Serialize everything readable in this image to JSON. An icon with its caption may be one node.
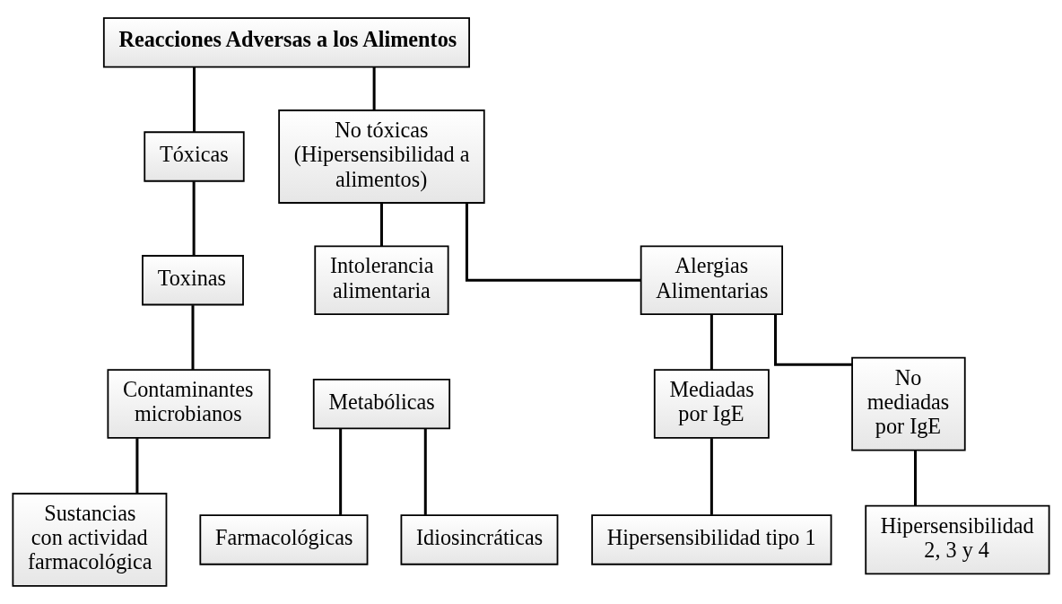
{
  "diagram": {
    "nodes": [
      {
        "text": [
          "Reacciones Adversas a los Alimentos"
        ]
      },
      {
        "text": [
          "Tóxicas"
        ]
      },
      {
        "text": [
          "No tóxicas (Hipersensibilidad a alimentos)"
        ]
      },
      {
        "text": [
          "Toxinas"
        ]
      },
      {
        "text": [
          "Intolerancia alimentaria"
        ]
      },
      {
        "text": [
          "Alergias Alimentarias"
        ]
      },
      {
        "text": [
          "Contaminantes microbianos"
        ]
      },
      {
        "text": [
          "Metabólicas"
        ]
      },
      {
        "text": [
          "Mediadas por IgE"
        ]
      },
      {
        "text": [
          "No mediadas por IgE"
        ]
      },
      {
        "text": [
          "Farmacológicas"
        ]
      },
      {
        "text": [
          "Sustancias con actividad farmacológica"
        ]
      },
      {
        "text": [
          "Hipersensibilidad tipo 1"
        ]
      },
      {
        "text": [
          "Hipersensibilidad 2, 3 y 4"
        ]
      },
      {
        "text": [
          "Idiosincráticas"
        ]
      }
    ],
    "edges": [
      {
        "from": 0,
        "to": 1,
        "arrow": "none"
      },
      {
        "from": 0,
        "to": 2,
        "arrow": "none"
      },
      {
        "from": 1,
        "to": 3,
        "arrow": "none"
      },
      {
        "from": 3,
        "to": 6,
        "arrow": "none"
      },
      {
        "from": 6,
        "to": 11,
        "arrow": "none"
      },
      {
        "from": 2,
        "to": 4,
        "arrow": "none"
      },
      {
        "from": 2,
        "to": 5,
        "arrow": "none"
      },
      {
        "from": 7,
        "to": 10,
        "arrow": "none"
      },
      {
        "from": 7,
        "to": 14,
        "arrow": "none"
      },
      {
        "from": 5,
        "to": 8,
        "arrow": "none"
      },
      {
        "from": 5,
        "to": 9,
        "arrow": "none"
      },
      {
        "from": 8,
        "to": 12,
        "arrow": "none"
      },
      {
        "from": 9,
        "to": 13,
        "arrow": "none"
      }
    ]
  }
}
